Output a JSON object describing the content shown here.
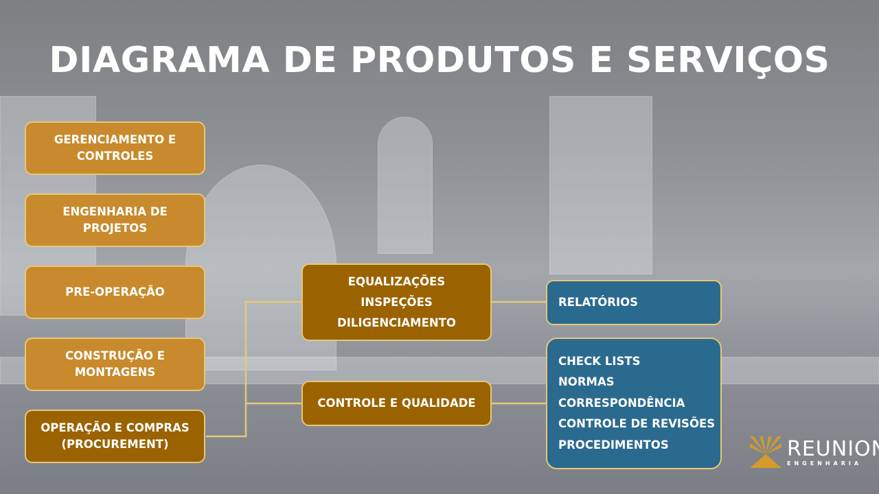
{
  "title": "DIAGRAMA DE PRODUTOS E SERVIÇOS",
  "left_items": [
    {
      "lines": [
        "GERENCIAMENTO E",
        "CONTROLES"
      ]
    },
    {
      "lines": [
        "ENGENHARIA DE",
        "PROJETOS"
      ]
    },
    {
      "lines": [
        "PRE-OPERAÇÃO"
      ]
    },
    {
      "lines": [
        "CONSTRUÇÃO E",
        "MONTAGENS"
      ]
    },
    {
      "lines": [
        "OPERAÇÃO E COMPRAS",
        "(PROCUREMENT)"
      ]
    }
  ],
  "middle_items": [
    {
      "lines": [
        "EQUALIZAÇÕES",
        "INSPEÇÕES",
        "DILIGENCIAMENTO"
      ]
    },
    {
      "lines": [
        "CONTROLE E QUALIDADE"
      ]
    }
  ],
  "right_items": [
    {
      "lines": [
        "RELATÓRIOS"
      ]
    },
    {
      "lines": [
        "CHECK LISTS",
        "NORMAS",
        "CORRESPONDÊNCIA",
        "CONTROLE DE REVISÕES",
        "PROCEDIMENTOS"
      ]
    }
  ],
  "logo": {
    "name": "REUNION",
    "subtitle": "ENGENHARIA"
  },
  "colors": {
    "light": "#c88a2c",
    "dark": "#9b6200",
    "blue": "#2b6a8f",
    "line": "#e6c779"
  }
}
